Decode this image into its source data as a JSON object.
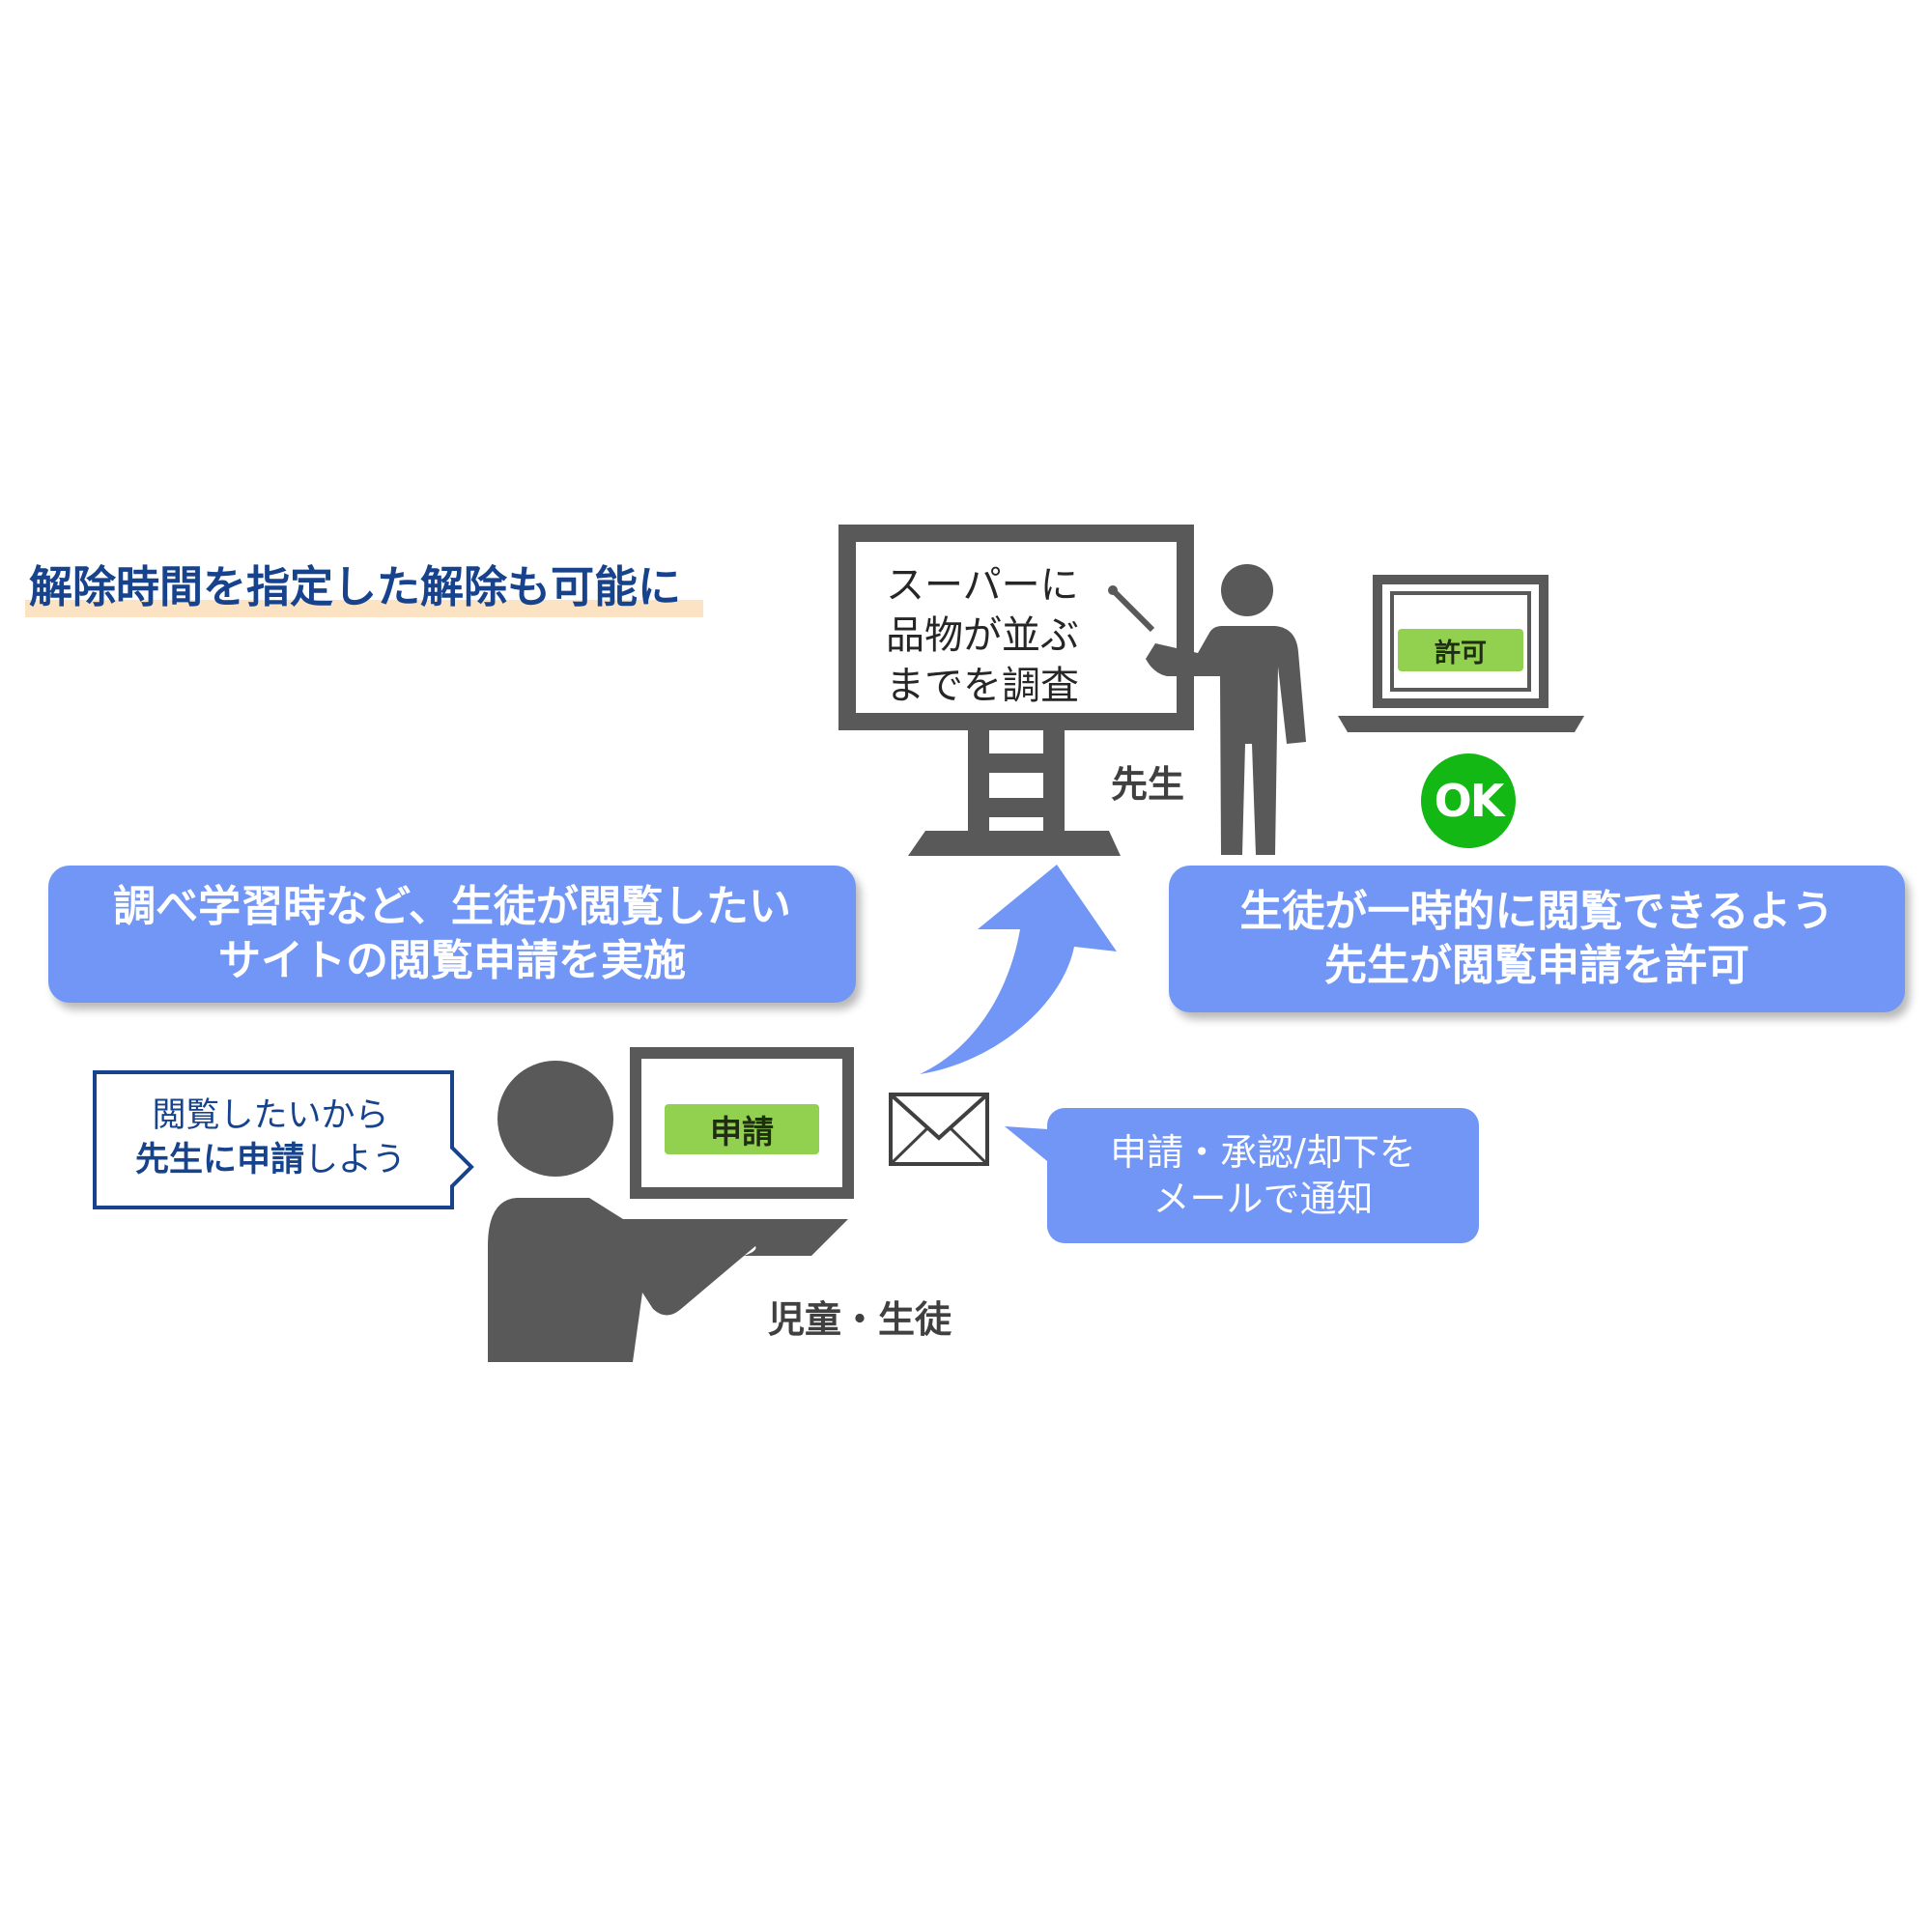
{
  "title": "解除時間を指定した解除も可能に",
  "board": {
    "lines": [
      "スーパーに",
      "品物が並ぶ",
      "までを調査"
    ]
  },
  "teacher": {
    "label": "先生",
    "laptop_button": "許可",
    "ok_badge": "OK"
  },
  "callout_left": {
    "lines": [
      "調べ学習時など、生徒が閲覧したい",
      "サイトの閲覧申請を実施"
    ]
  },
  "callout_right": {
    "lines": [
      "生徒が一時的に閲覧できるよう",
      "先生が閲覧申請を許可"
    ]
  },
  "speech": {
    "line1": "閲覧したいから",
    "line2_bold": "先生に申請",
    "line2_rest": "しよう"
  },
  "student": {
    "label": "児童・生徒",
    "laptop_button": "申請"
  },
  "notify": {
    "lines": [
      "申請・承認/却下を",
      "メールで通知"
    ]
  },
  "colors": {
    "accent_blue": "#7196f6",
    "title_navy": "#17428c",
    "icon_gray": "#595959",
    "button_green": "#92d050",
    "ok_green": "#14b814",
    "highlight": "#fbe3c4"
  },
  "icons": [
    "presenter-teacher-icon",
    "monitor-stand-icon",
    "laptop-icon",
    "student-laptop-icon",
    "envelope-icon",
    "curved-arrow-icon"
  ]
}
